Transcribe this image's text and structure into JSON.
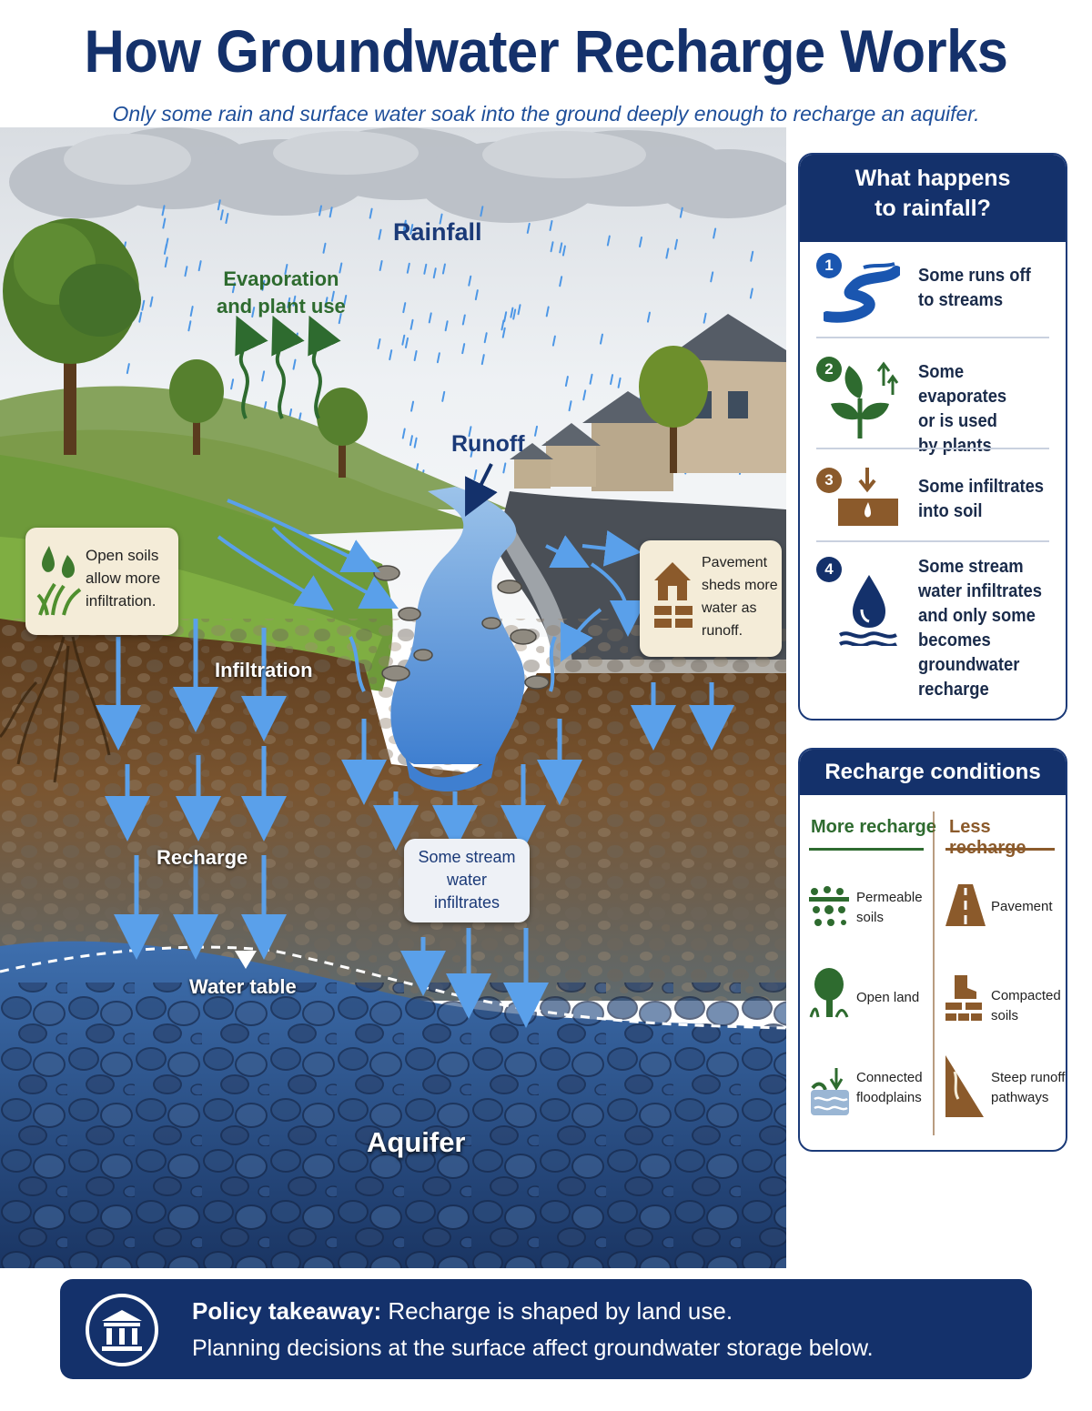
{
  "header": {
    "title": "How Groundwater Recharge Works",
    "subtitle": "Only some rain and surface water soak into the ground deeply enough to recharge an aquifer."
  },
  "scene": {
    "rainfall": "Rainfall",
    "evaporation": "Evaporation\nand plant use",
    "runoff": "Runoff",
    "open_soils": "Open soils\nallow more\ninfiltration.",
    "pavement": "Pavement\nsheds more\nwater as\nrunoff.",
    "infiltration": "Infiltration",
    "recharge": "Recharge",
    "stream_infiltrates": "Some stream\nwater\ninfiltrates",
    "water_table": "Water table",
    "aquifer": "Aquifer"
  },
  "rainfall_panel": {
    "title": "What happens\nto rainfall?",
    "steps": [
      {
        "number": "1",
        "text": "Some runs off\nto streams",
        "icon": "stream-icon"
      },
      {
        "number": "2",
        "text": "Some evaporates\nor is used\nby plants",
        "icon": "plant-icon"
      },
      {
        "number": "3",
        "text": "Some infiltrates\ninto soil",
        "icon": "infiltration-icon"
      },
      {
        "number": "4",
        "text": "Some stream\nwater infiltrates\nand only some\nbecomes\ngroundwater\nrecharge",
        "icon": "water-drop-icon"
      }
    ]
  },
  "conditions_panel": {
    "title": "Recharge conditions",
    "more_header": "More recharge",
    "less_header": "Less recharge",
    "more": [
      {
        "label": "Permeable\nsoils",
        "icon": "permeable-soil-icon"
      },
      {
        "label": "Open land",
        "icon": "tree-icon"
      },
      {
        "label": "Connected\nfloodplains",
        "icon": "floodplain-icon"
      }
    ],
    "less": [
      {
        "label": "Pavement",
        "icon": "road-icon"
      },
      {
        "label": "Compacted\nsoils",
        "icon": "compacted-soil-icon"
      },
      {
        "label": "Steep runoff\npathways",
        "icon": "slope-icon"
      }
    ]
  },
  "footer": {
    "lead": "Policy takeaway:",
    "line1": "Recharge is shaped by land use.",
    "line2": "Planning decisions at the surface affect groundwater storage below."
  },
  "colors": {
    "navy": "#14316b",
    "green": "#2e6b2f",
    "brown": "#8b5a2b",
    "water": "#2f6fc0"
  }
}
